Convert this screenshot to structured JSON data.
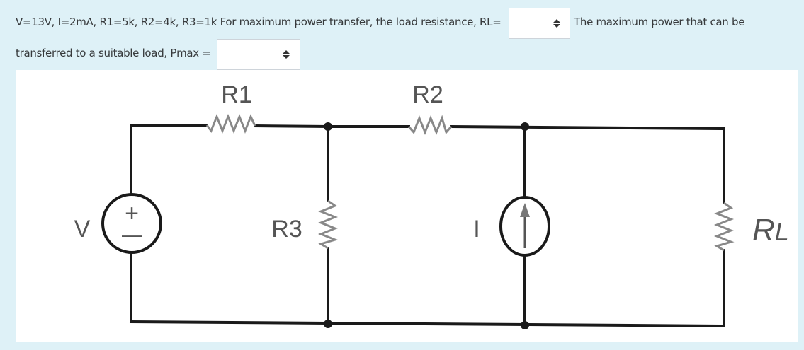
{
  "question": {
    "line1_text": "V=13V, I=2mA, R1=5k, R2=4k, R3=1k For maximum power transfer, the load resistance, RL=",
    "after_select1_text": "The maximum power that can be",
    "line2_text": "transferred to a suitable load, Pmax ="
  },
  "selects": {
    "rl": {
      "selected": "",
      "icon": "up-down-arrows-icon"
    },
    "pmax": {
      "selected": "",
      "icon": "up-down-arrows-icon"
    }
  },
  "circuit": {
    "labels": {
      "v": "V",
      "r1": "R1",
      "r2": "R2",
      "r3": "R3",
      "i": "I",
      "rl_main": "R",
      "rl_sub": "L",
      "plus": "+",
      "minus": "—"
    }
  },
  "colors": {
    "panel_bg": "#def1f7",
    "wire": "#1a1a1a",
    "resistor": "#888888"
  }
}
